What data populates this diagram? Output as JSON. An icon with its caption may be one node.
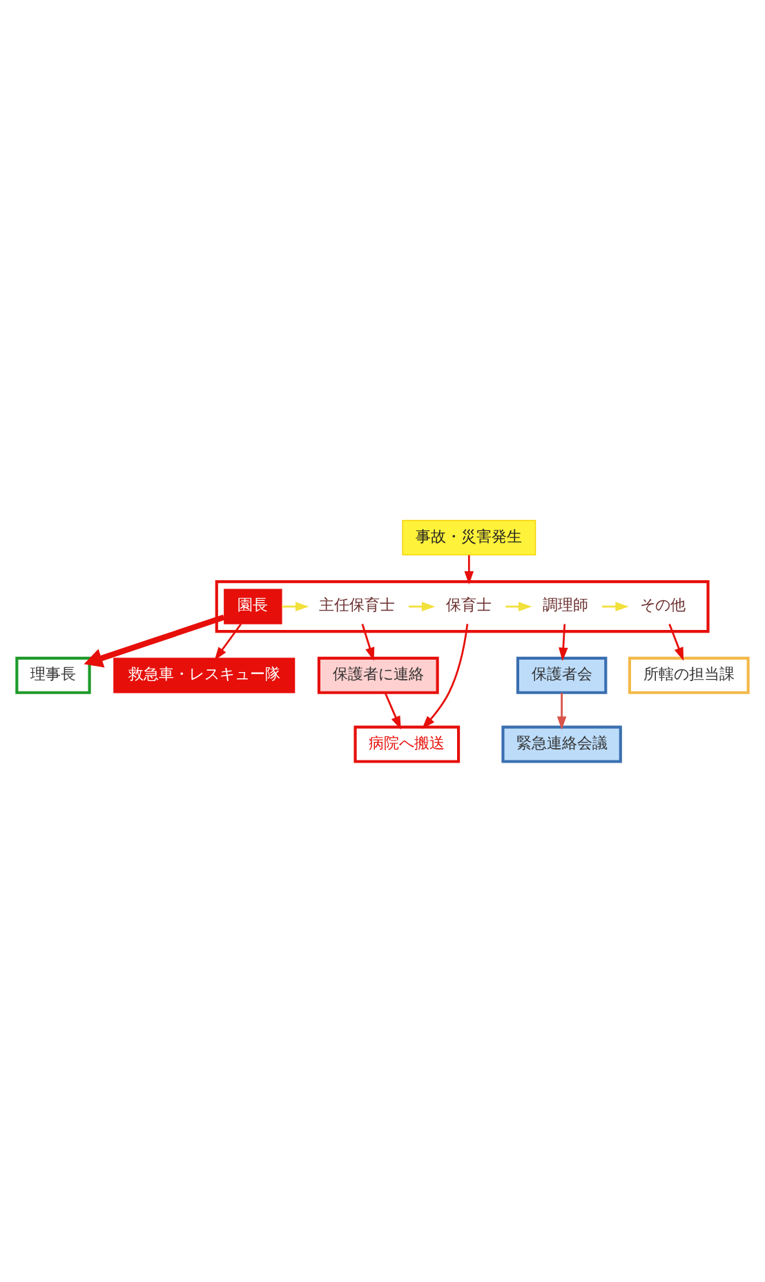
{
  "diagram": {
    "nodes": [
      {
        "text": [
          "事故・災害発生"
        ]
      },
      {
        "text": [],
        "shape": "box"
      },
      {
        "text": [
          "園長"
        ],
        "in": 1
      },
      {
        "text": [
          "主任保育士"
        ],
        "in": 1
      },
      {
        "text": [
          "保育士"
        ],
        "in": 1
      },
      {
        "text": [
          "調理師"
        ],
        "in": 1
      },
      {
        "text": [
          "その他"
        ],
        "in": 1
      },
      {
        "text": [
          "理事長"
        ]
      },
      {
        "text": [
          "救急車・レスキュー隊"
        ]
      },
      {
        "text": [
          "保護者に連絡"
        ]
      },
      {
        "text": [
          "保護者会"
        ]
      },
      {
        "text": [
          "所轄の担当課"
        ]
      },
      {
        "text": [
          "病院へ搬送"
        ]
      },
      {
        "text": [
          "緊急連絡会議"
        ]
      }
    ],
    "edges": [
      {
        "from": 0,
        "to": 1,
        "arrow": "to"
      },
      {
        "from": 2,
        "to": 7,
        "arrow": "to",
        "style": "thick"
      },
      {
        "from": 2,
        "to": 3,
        "arrow": "to",
        "color": "#f2e03c"
      },
      {
        "from": 3,
        "to": 4,
        "arrow": "to",
        "color": "#f2e03c"
      },
      {
        "from": 4,
        "to": 5,
        "arrow": "to",
        "color": "#f2e03c"
      },
      {
        "from": 5,
        "to": 6,
        "arrow": "to",
        "color": "#f2e03c"
      },
      {
        "from": 2,
        "to": 8,
        "arrow": "to"
      },
      {
        "from": 3,
        "to": 9,
        "arrow": "to"
      },
      {
        "from": 4,
        "to": 12,
        "arrow": "to"
      },
      {
        "from": 5,
        "to": 10,
        "arrow": "to"
      },
      {
        "from": 6,
        "to": 11,
        "arrow": "to"
      },
      {
        "from": 9,
        "to": 12,
        "arrow": "to"
      },
      {
        "from": 10,
        "to": 13,
        "arrow": "to",
        "color": "#d9544a"
      }
    ]
  }
}
